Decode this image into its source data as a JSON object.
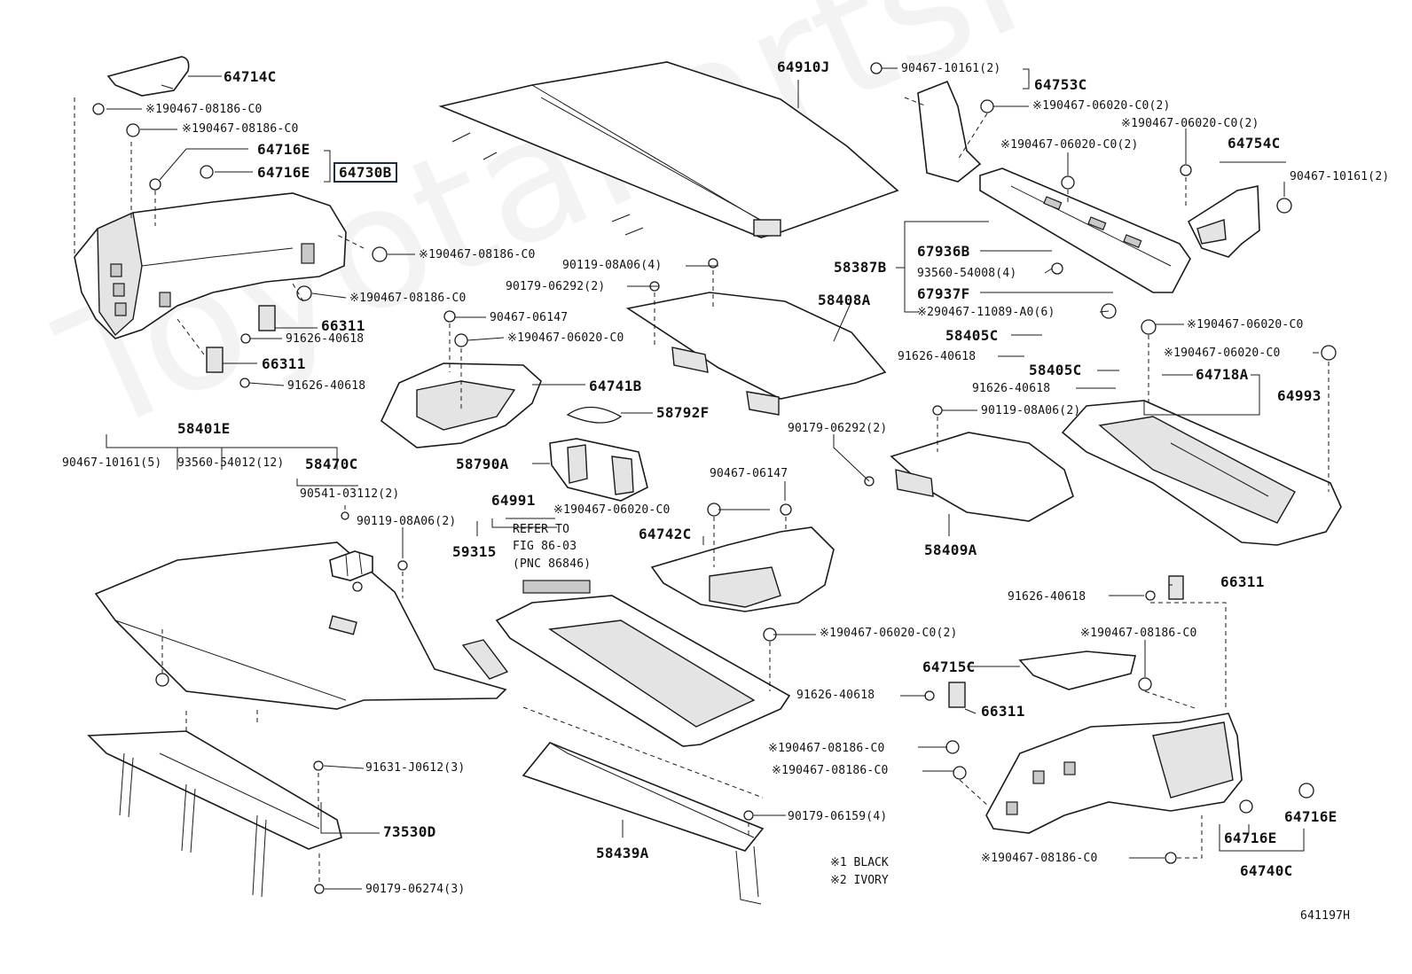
{
  "watermark": "ToyotaPartsMan",
  "figure_id": "641197H",
  "labels": {
    "l64714C": "64714C",
    "l904670818601": "※190467-08186-C0",
    "l904670818602": "※190467-08186-C0",
    "l64716E_a": "64716E",
    "l64716E_b": "64716E",
    "l64730B": "64730B",
    "l904670818603": "※190467-08186-C0",
    "l904670818604": "※190467-08186-C0",
    "l66311_a": "66311",
    "l9162640618_a": "91626-40618",
    "l66311_b": "66311",
    "l9162640618_b": "91626-40618",
    "l64910J": "64910J",
    "l90119_a": "90119-08A06(4)",
    "l90179_a": "90179-06292(2)",
    "l90467_06147_a": "90467-06147",
    "l904670602001": "※190467-06020-C0",
    "l64741B": "64741B",
    "l58792F": "58792F",
    "l58790A": "58790A",
    "l58408A": "58408A",
    "l904671016101": "90467-10161(2)",
    "l64753C": "64753C",
    "l904670602002": "※190467-06020-C0(2)",
    "l904670602003": "※190467-06020-C0(2)",
    "l904670602004": "※190467-06020-C0(2)",
    "l64754C": "64754C",
    "l904671016102": "90467-10161(2)",
    "l58387B": "58387B",
    "l67936B": "67936B",
    "l9356054008": "93560-54008(4)",
    "l67937F": "67937F",
    "l90467_11089": "※290467-11089-A0(6)",
    "l58405C_a": "58405C",
    "l9162640618_c": "91626-40618",
    "l58405C_b": "58405C",
    "l9162640618_d": "91626-40618",
    "l904670602005": "※190467-06020-C0",
    "l904670602006": "※190467-06020-C0",
    "l64718A": "64718A",
    "l64993": "64993",
    "l90119_b": "90119-08A06(2)",
    "l90179_b": "90179-06292(2)",
    "l58409A": "58409A",
    "l58401E": "58401E",
    "l90467_10161_5": "90467-10161(5)",
    "l93560_54012": "93560-54012(12)",
    "l58470C": "58470C",
    "l90541": "90541-03112(2)",
    "l90119_c": "90119-08A06(2)",
    "l64991": "64991",
    "l904670602007": "※190467-06020-C0",
    "l90467_06147_b": "90467-06147",
    "l59315": "59315",
    "refer_1": "REFER TO",
    "refer_2": "FIG 86-03",
    "refer_3": "(PNC 86846)",
    "l64742C": "64742C",
    "l66311_c": "66311",
    "l9162640618_e": "91626-40618",
    "l904670818605": "※190467-08186-C0",
    "l904670602008": "※190467-06020-C0(2)",
    "l64715C": "64715C",
    "l9162640618_f": "91626-40618",
    "l66311_d": "66311",
    "l904670818606": "※190467-08186-C0",
    "l904670818607": "※190467-08186-C0",
    "l904670818608": "※190467-08186-C0",
    "l91631": "91631-J0612(3)",
    "l73530D": "73530D",
    "l90179_06274": "90179-06274(3)",
    "l58439A": "58439A",
    "l90179_06159": "90179-06159(4)",
    "l64716E_c": "64716E",
    "l64716E_d": "64716E",
    "l64740C": "64740C",
    "note1": "※1 BLACK",
    "note2": "※2 IVORY"
  }
}
